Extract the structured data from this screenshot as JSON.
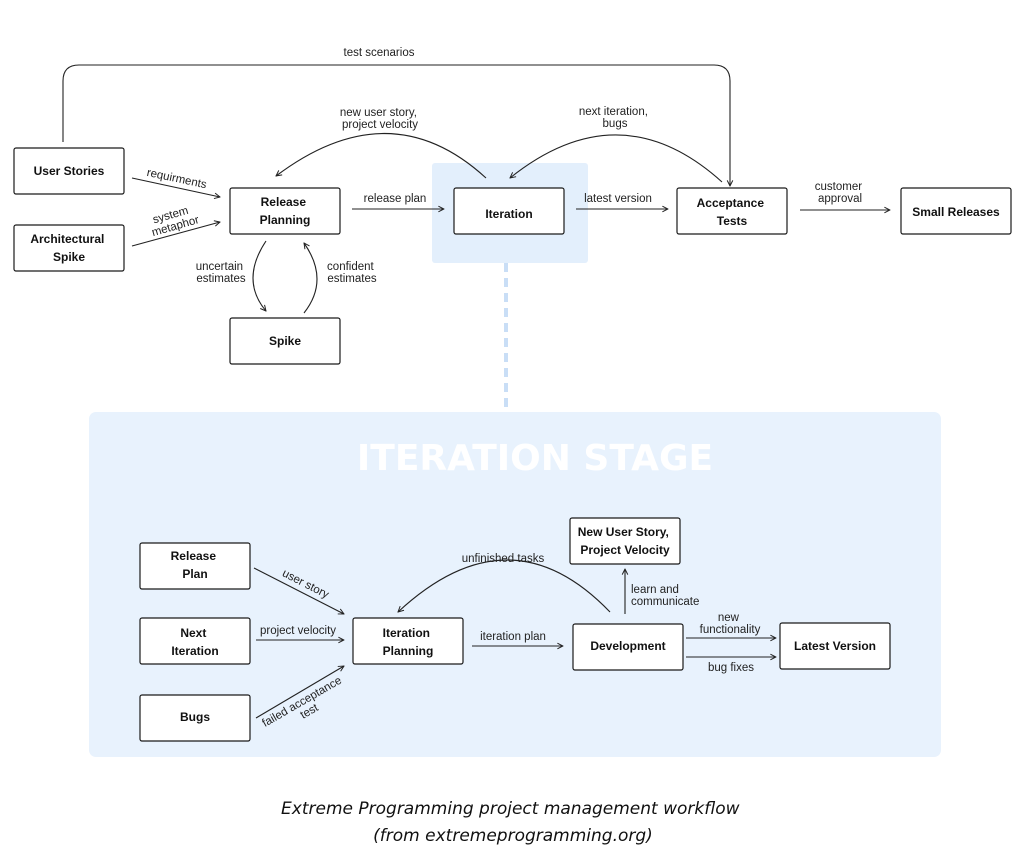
{
  "colors": {
    "stage_background": "#e8f2fd",
    "highlight": "#e3effc",
    "connector": "#c9def6",
    "line": "#222222"
  },
  "top": {
    "nodes": {
      "user_stories": [
        "User Stories"
      ],
      "architectural_spike": [
        "Architectural",
        "Spike"
      ],
      "release_planning": [
        "Release",
        "Planning"
      ],
      "spike": [
        "Spike"
      ],
      "iteration": [
        "Iteration"
      ],
      "acceptance_tests": [
        "Acceptance",
        "Tests"
      ],
      "small_releases": [
        "Small Releases"
      ]
    },
    "edges": {
      "test_scenarios": [
        "test scenarios"
      ],
      "requirements": [
        "requirments"
      ],
      "system_metaphor": [
        "system",
        "metaphor"
      ],
      "release_plan": [
        "release plan"
      ],
      "new_user_story": [
        "new user story,",
        "project velocity"
      ],
      "next_iteration": [
        "next iteration,",
        "bugs"
      ],
      "latest_version": [
        "latest version"
      ],
      "customer_approval": [
        "customer",
        "approval"
      ],
      "uncertain_estimates": [
        "uncertain",
        "estimates"
      ],
      "confident_estimates": [
        "confident",
        "estimates"
      ]
    }
  },
  "stage": {
    "title": "ITERATION STAGE",
    "nodes": {
      "release_plan": [
        "Release",
        "Plan"
      ],
      "next_iteration": [
        "Next",
        "Iteration"
      ],
      "bugs": [
        "Bugs"
      ],
      "iteration_planning": [
        "Iteration",
        "Planning"
      ],
      "development": [
        "Development"
      ],
      "new_user_story": [
        "New User Story,",
        "Project Velocity"
      ],
      "latest_version": [
        "Latest Version"
      ]
    },
    "edges": {
      "user_story": [
        "user story"
      ],
      "project_velocity": [
        "project velocity"
      ],
      "failed_acceptance_test": [
        "failed acceptance",
        "test"
      ],
      "iteration_plan": [
        "iteration plan"
      ],
      "unfinished_tasks": [
        "unfinished tasks"
      ],
      "learn_and_communicate": [
        "learn and",
        "communicate"
      ],
      "new_functionality": [
        "new",
        "functionality"
      ],
      "bug_fixes": [
        "bug fixes"
      ]
    }
  },
  "caption": [
    "Extreme Programming project management workflow",
    "(from extremeprogramming.org)"
  ]
}
